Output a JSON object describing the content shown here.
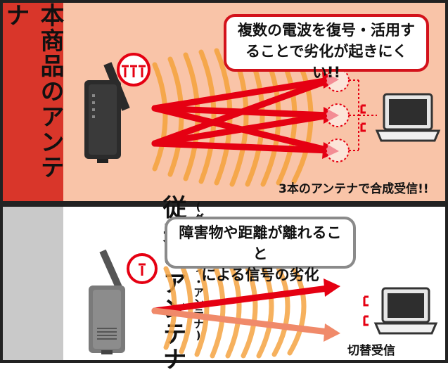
{
  "top": {
    "label": "本商品のアンテナ",
    "bubble_line1": "複数の電波を復号・活用す",
    "bubble_line2": "ることで劣化が起きにくい!!",
    "caption": "3本のアンテナで合成受信!!"
  },
  "bottom": {
    "label": "従来のアンテナ",
    "sublabel": "(ダイバシティ・アンテナ)",
    "bubble_line1": "障害物や距離が離れること",
    "bubble_line2": "による信号の劣化",
    "caption": "切替受信"
  },
  "colors": {
    "top_sidebar": "#d9362a",
    "top_bg": "#f9c4a8",
    "bottom_sidebar": "#c9c9c9",
    "wave": "#f5a442",
    "arrow": "#e50012",
    "bubble_border_top": "#d3121b",
    "bubble_border_bottom": "#8a8a8a"
  },
  "icons": [
    "router-icon",
    "laptop-icon",
    "antenna-icon",
    "switch-icon"
  ]
}
